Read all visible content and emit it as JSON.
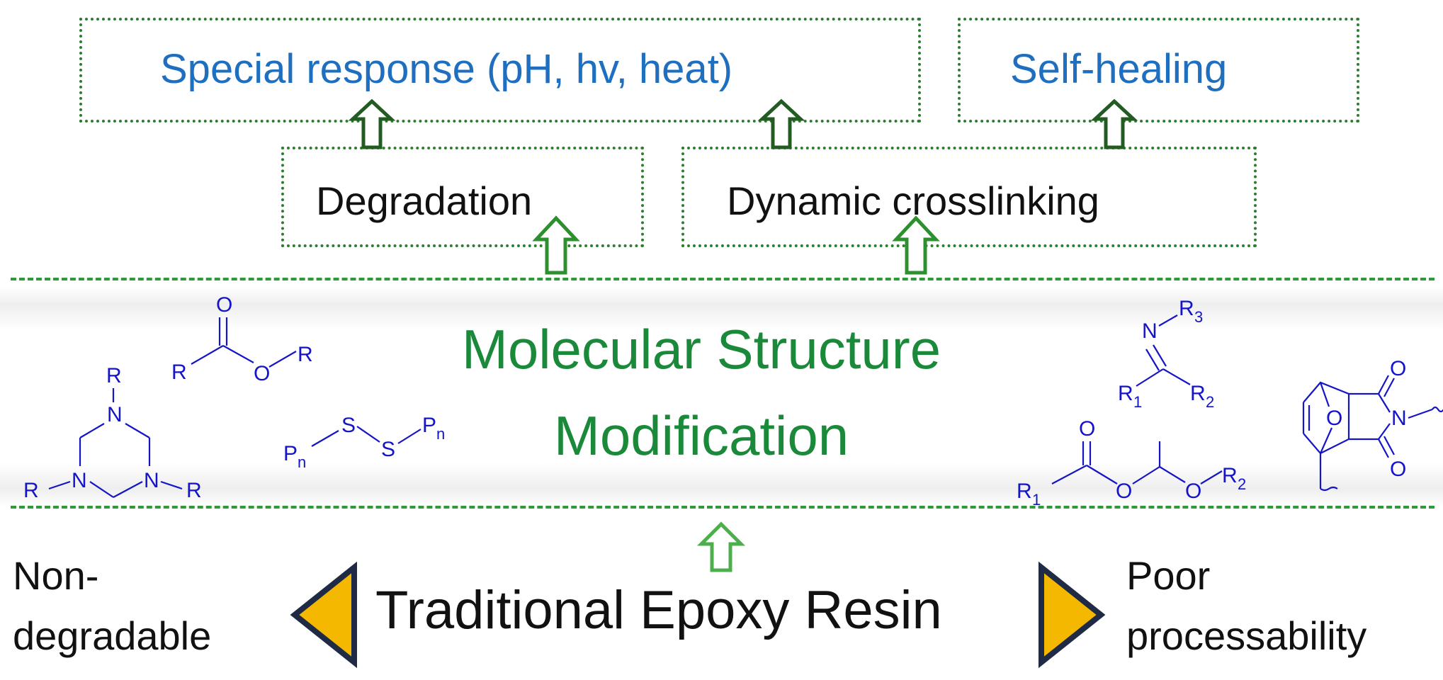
{
  "boxes": {
    "special": "Special response (pH, hv, heat)",
    "self_healing": "Self-healing",
    "degradation": "Degradation",
    "dynamic": "Dynamic crosslinking"
  },
  "center": {
    "line1": "Molecular Structure",
    "line2": "Modification"
  },
  "bottom": {
    "left_line1": "Non-",
    "left_line2": "degradable",
    "main": "Traditional Epoxy Resin",
    "right_line1": "Poor",
    "right_line2": "processability"
  },
  "molecules": {
    "triazine_r": "R",
    "triazine_n": "N",
    "ester_o": "O",
    "ester_r": "R",
    "disulfide_s": "S",
    "disulfide_p": "P",
    "disulfide_sub": "n",
    "imine_n": "N",
    "imine_r": "R",
    "sub1": "1",
    "sub2": "2",
    "sub3": "3",
    "acetal_o": "O",
    "acetal_r": "R",
    "maleimide_o": "O",
    "maleimide_n": "N"
  },
  "colors": {
    "box_border": "#2e7d2e",
    "box_text": "#1e6fc0",
    "title_green": "#1a8a3a",
    "molecule_blue": "#1515c8",
    "triangle_fill": "#f5b800",
    "triangle_stroke": "#1f2a44"
  }
}
